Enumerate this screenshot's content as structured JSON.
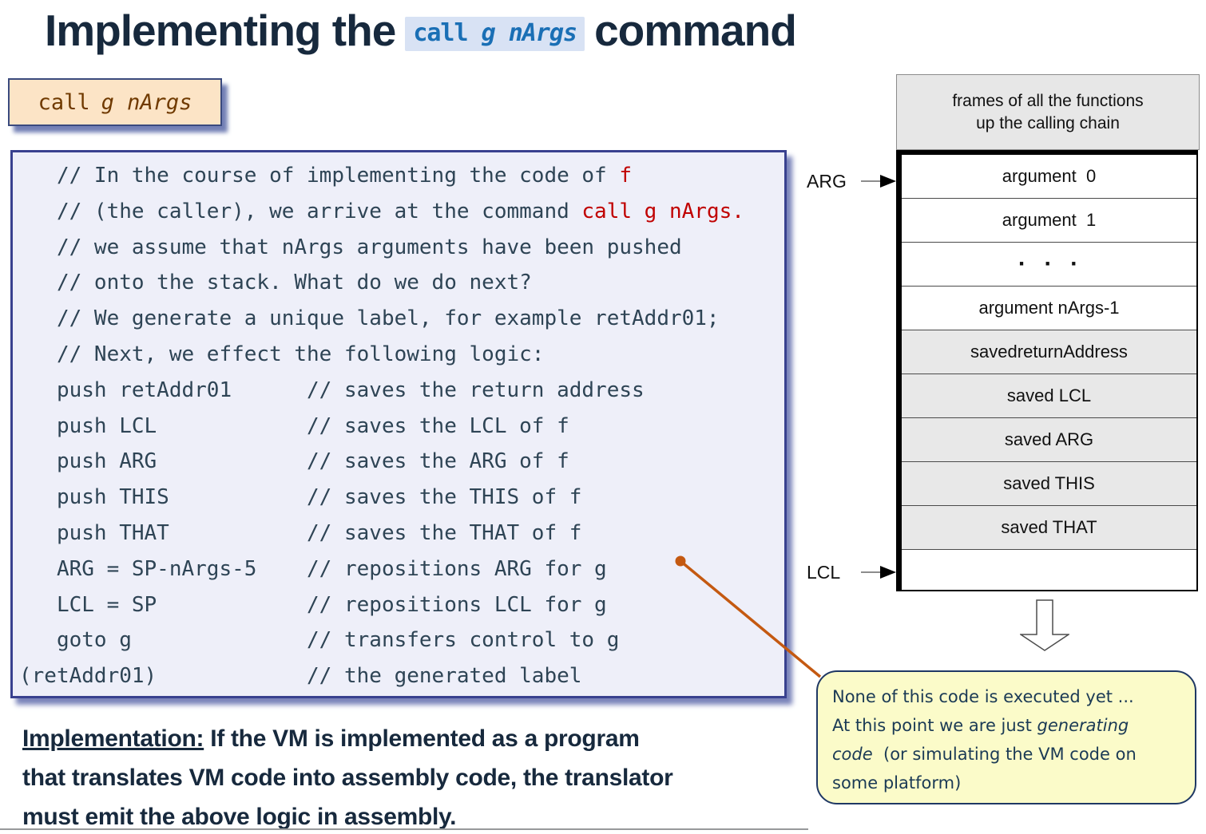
{
  "title": {
    "prefix": "Implementing the",
    "chip_keyword": "call ",
    "chip_args": "g nArgs",
    "suffix": "command"
  },
  "call_box": {
    "keyword": "call",
    "args": "g nArgs"
  },
  "code_block": {
    "lines": [
      [
        {
          "t": "   // In the course of implementing the code of "
        },
        {
          "t": "f",
          "s": "red"
        }
      ],
      [
        {
          "t": "   // (the caller), we arrive at the command "
        },
        {
          "t": "call g nArgs.",
          "s": "red"
        }
      ],
      [
        {
          "t": "   // we assume that nArgs arguments have been pushed"
        }
      ],
      [
        {
          "t": "   // onto the stack. What do we do next?"
        }
      ],
      [
        {
          "t": "   // We generate a unique label, for example retAddr01;"
        }
      ],
      [
        {
          "t": "   // Next, we effect the following logic:"
        }
      ],
      [
        {
          "t": "   push retAddr01      // saves the return address"
        }
      ],
      [
        {
          "t": "   push LCL            // saves the LCL of f"
        }
      ],
      [
        {
          "t": "   push ARG            // saves the ARG of f"
        }
      ],
      [
        {
          "t": "   push THIS           // saves the THIS of f"
        }
      ],
      [
        {
          "t": "   push THAT           // saves the THAT of f"
        }
      ],
      [
        {
          "t": "   ARG = SP-nArgs-5    // repositions ARG for g"
        }
      ],
      [
        {
          "t": "   LCL = SP            // repositions LCL for g"
        }
      ],
      [
        {
          "t": "   goto g              // transfers control to g"
        }
      ],
      [
        {
          "t": "(retAddr01)            // the generated label"
        }
      ]
    ]
  },
  "implementation_note": {
    "lines": [
      [
        {
          "t": "Implementation:",
          "s": "underline"
        },
        {
          "t": " If the VM is implemented as a program"
        }
      ],
      [
        {
          "t": "that translates VM code into assembly code, the translator"
        }
      ],
      [
        {
          "t": "must emit the above logic in assembly."
        }
      ]
    ]
  },
  "stack_diagram": {
    "header_line1": "frames of all the functions",
    "header_line2": "up the calling chain",
    "arg_label": "ARG",
    "lcl_label": "LCL",
    "rows": [
      {
        "label": "argument  0",
        "shaded": false
      },
      {
        "label": "argument  1",
        "shaded": false
      },
      {
        "label": "·  ·  ·",
        "shaded": false,
        "style": "dots"
      },
      {
        "label": "argument nArgs-1",
        "shaded": false
      },
      {
        "label": "savedreturnAddress",
        "shaded": true
      },
      {
        "label": "saved LCL",
        "shaded": true
      },
      {
        "label": "saved ARG",
        "shaded": true
      },
      {
        "label": "saved THIS",
        "shaded": true
      },
      {
        "label": "saved THAT",
        "shaded": true
      },
      {
        "label": "",
        "shaded": false,
        "style": "empty"
      }
    ]
  },
  "callout": {
    "lines": [
      [
        {
          "t": "None of this code is executed yet ..."
        }
      ],
      [
        {
          "t": "At this point we are just "
        },
        {
          "t": "generating",
          "s": "italic"
        }
      ],
      [
        {
          "t": "code",
          "s": "italic"
        },
        {
          "t": "  (or simulating the VM code on"
        }
      ],
      [
        {
          "t": "some platform)"
        }
      ]
    ]
  },
  "colors": {
    "title_text": "#17293D",
    "accent_red": "#C00000",
    "chip_bg": "#D8E2F4",
    "chip_text": "#1A6FB5",
    "call_box_bg": "#FCE4C6",
    "call_box_text": "#703A00",
    "code_box_bg": "#EEEFF9",
    "code_box_border": "#39418F",
    "code_text": "#2E4455",
    "shadow_blue": "#7A84BA",
    "callout_bg": "#FBFBC9",
    "callout_border": "#1F3864",
    "connector_orange": "#C45911",
    "row_shaded": "#E8E8E8",
    "header_bg": "#E7E7E7"
  }
}
